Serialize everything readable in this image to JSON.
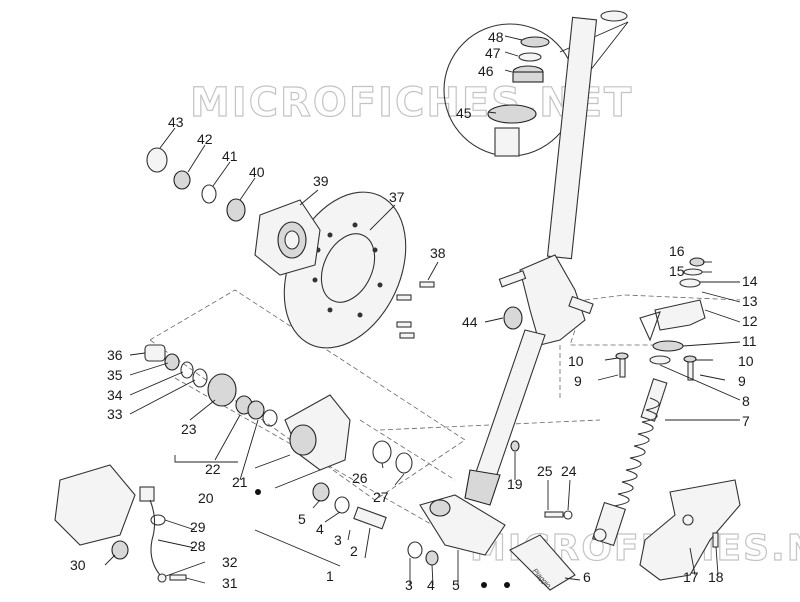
{
  "watermark": {
    "top": "MICROFICHES.NET",
    "bottom": "MICROFICHES.NET"
  },
  "brand_mark": "Piaggio",
  "labels": {
    "l1": "1",
    "l2": "2",
    "l3a": "3",
    "l3b": "3",
    "l4a": "4",
    "l4b": "4",
    "l5a": "5",
    "l5b": "5",
    "l6": "6",
    "l7": "7",
    "l8": "8",
    "l9a": "9",
    "l9b": "9",
    "l10a": "10",
    "l10b": "10",
    "l11": "11",
    "l12": "12",
    "l13": "13",
    "l14": "14",
    "l15": "15",
    "l16": "16",
    "l17": "17",
    "l18": "18",
    "l19": "19",
    "l20": "20",
    "l21": "21",
    "l22": "22",
    "l23": "23",
    "l24": "24",
    "l25": "25",
    "l26": "26",
    "l27": "27",
    "l28": "28",
    "l29": "29",
    "l30": "30",
    "l31": "31",
    "l32": "32",
    "l33": "33",
    "l34": "34",
    "l35": "35",
    "l36": "36",
    "l37": "37",
    "l38": "38",
    "l39": "39",
    "l40": "40",
    "l41": "41",
    "l42": "42",
    "l43": "43",
    "l44": "44",
    "l45": "45",
    "l46": "46",
    "l47": "47",
    "l48": "48"
  }
}
